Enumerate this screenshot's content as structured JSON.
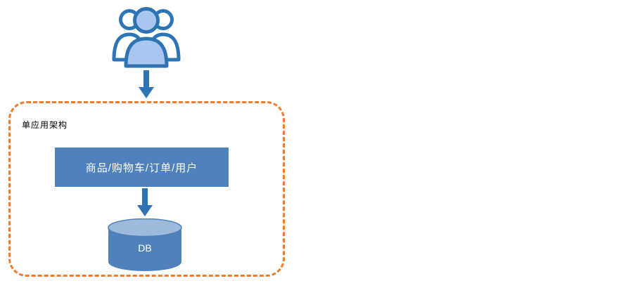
{
  "diagram": {
    "container_label": "单应用架构",
    "app_box_label": "商品/购物车/订单/用户",
    "db_label": "DB",
    "icons": [
      "users-icon",
      "down-arrow-icon"
    ],
    "colors": {
      "accent_blue": "#4F81BD",
      "light_blue": "#A9C7EE",
      "border_orange": "#ED7D31",
      "arrow_blue": "#2E74B5",
      "cylinder_top": "#9DB9DC"
    }
  }
}
